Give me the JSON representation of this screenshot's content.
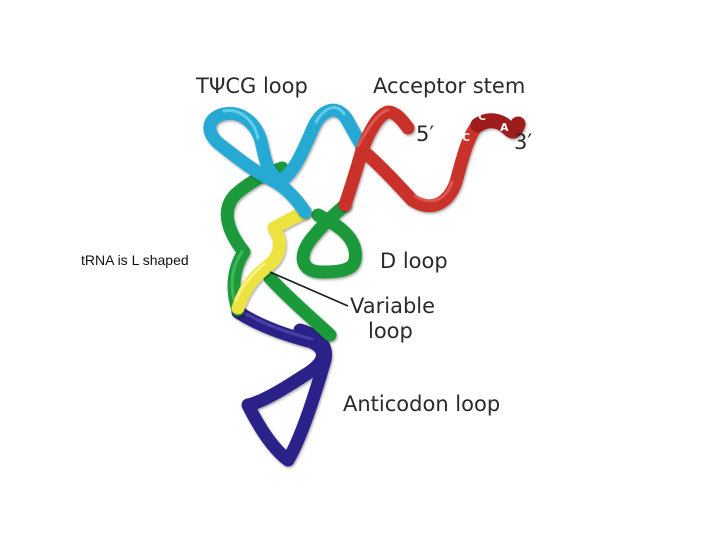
{
  "labels": {
    "tpsicg_loop": "TΨCG loop",
    "acceptor_stem": "Acceptor stem",
    "five_prime": "5′",
    "three_prime": "3′",
    "d_loop": "D loop",
    "variable_loop_line1": "Variable",
    "variable_loop_line2": "loop",
    "anticodon_loop": "Anticodon loop",
    "caption": "tRNA is L shaped"
  },
  "nucleotides": [
    "C",
    "C",
    "A"
  ],
  "colors": {
    "acceptor_stem": "#c8302a",
    "cca_end": "#9e1f1c",
    "tpsicg_loop": "#27a9d2",
    "d_loop": "#1a9a3a",
    "variable_loop": "#ece23f",
    "anticodon_loop": "#2b2288",
    "text": "#2a2a2a"
  }
}
